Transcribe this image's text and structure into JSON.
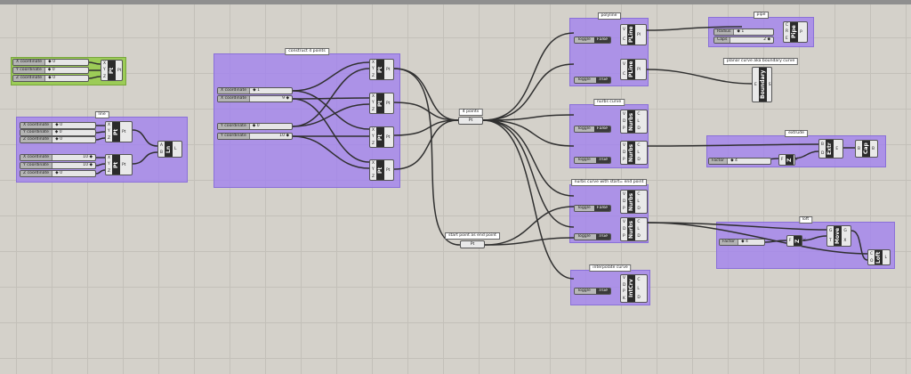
{
  "groups": {
    "coords": "",
    "line": "line",
    "construct": "construct 4 points",
    "polyline": "polyline",
    "pipe": "pipe",
    "planar": "planar curve aka boundary curve",
    "nurbs": "nurbs curve",
    "extrude": "extrude",
    "nurbs_se": "nurbs curve with start= end point",
    "loft": "loft",
    "interpolate": "interpolate curve"
  },
  "params": {
    "four_points": {
      "title": "4 points",
      "label": "Pt"
    },
    "start_end": {
      "title": "start point as end point",
      "label": "Pt"
    }
  },
  "sliders": {
    "c1x": {
      "label": "X coordinate",
      "value": "◆ 0"
    },
    "c1y": {
      "label": "Y coordinate",
      "value": "◆ 0"
    },
    "c1z": {
      "label": "Z coordinate",
      "value": "◆ 0"
    },
    "l1x": {
      "label": "X coordinate",
      "value": "◆ 0"
    },
    "l1y": {
      "label": "Y coordinate",
      "value": "◆ 0"
    },
    "l1z": {
      "label": "Z coordinate",
      "value": "◆ 0"
    },
    "l2x": {
      "label": "X coordinate",
      "value": "10 ◆"
    },
    "l2y": {
      "label": "Y coordinate",
      "value": "10 ◆"
    },
    "l2z": {
      "label": "Z coordinate",
      "value": "◆ 0"
    },
    "cx1": {
      "label": "X coordinate",
      "value": "◆ 1"
    },
    "cx2": {
      "label": "X coordinate",
      "value": "9 ◆"
    },
    "cy1": {
      "label": "Y coordinate",
      "value": "◆ 0"
    },
    "cy2": {
      "label": "Y coordinate",
      "value": "10 ◆"
    },
    "radius": {
      "label": "Radius",
      "value": "◆ 1"
    },
    "caps": {
      "label": "Caps",
      "value": "2 ◆"
    },
    "factor1": {
      "label": "Factor",
      "value": "◆ 4"
    },
    "factor2": {
      "label": "Factor",
      "value": "◆ 4"
    }
  },
  "toggles": {
    "t_pl1": {
      "label": "Toggle",
      "value": "False"
    },
    "t_pl2": {
      "label": "Toggle",
      "value": "True"
    },
    "t_nb1": {
      "label": "Toggle",
      "value": "False"
    },
    "t_nb2": {
      "label": "Toggle",
      "value": "True"
    },
    "t_ns1": {
      "label": "Toggle",
      "value": "False"
    },
    "t_ns2": {
      "label": "Toggle",
      "value": "True"
    },
    "t_ic": {
      "label": "Toggle",
      "value": "True"
    }
  },
  "components": {
    "pt": {
      "name": "Pt",
      "in": [
        "X",
        "Y",
        "Z"
      ],
      "out": [
        "Pt"
      ]
    },
    "ln": {
      "name": "Ln",
      "in": [
        "A",
        "B"
      ],
      "out": [
        "L"
      ]
    },
    "pline": {
      "name": "PLine",
      "in": [
        "V",
        "C"
      ],
      "out": [
        "Pl"
      ]
    },
    "pipe": {
      "name": "Pipe",
      "in": [
        "C",
        "R",
        "E"
      ],
      "out": [
        "P"
      ]
    },
    "boundary": {
      "name": "Boundary",
      "in": [
        "E"
      ],
      "out": [
        "S"
      ]
    },
    "nurbs": {
      "name": "Nurbs",
      "in": [
        "V",
        "D",
        "P"
      ],
      "out": [
        "C",
        "L",
        "D"
      ]
    },
    "extr": {
      "name": "Extr",
      "in": [
        "B",
        "D"
      ],
      "out": [
        "E"
      ]
    },
    "cap": {
      "name": "Cap",
      "in": [
        "B"
      ],
      "out": [
        "B"
      ]
    },
    "unitz": {
      "name": "Z",
      "in": [
        "F"
      ],
      "out": [
        "V"
      ]
    },
    "move": {
      "name": "Move",
      "in": [
        "G",
        "T"
      ],
      "out": [
        "G",
        "X"
      ]
    },
    "loft": {
      "name": "Loft",
      "in": [
        "C",
        "O"
      ],
      "out": [
        "L"
      ]
    },
    "intcrv": {
      "name": "IntCrv",
      "in": [
        "V",
        "D",
        "P",
        "K"
      ],
      "out": [
        "C",
        "L",
        "D"
      ]
    }
  }
}
